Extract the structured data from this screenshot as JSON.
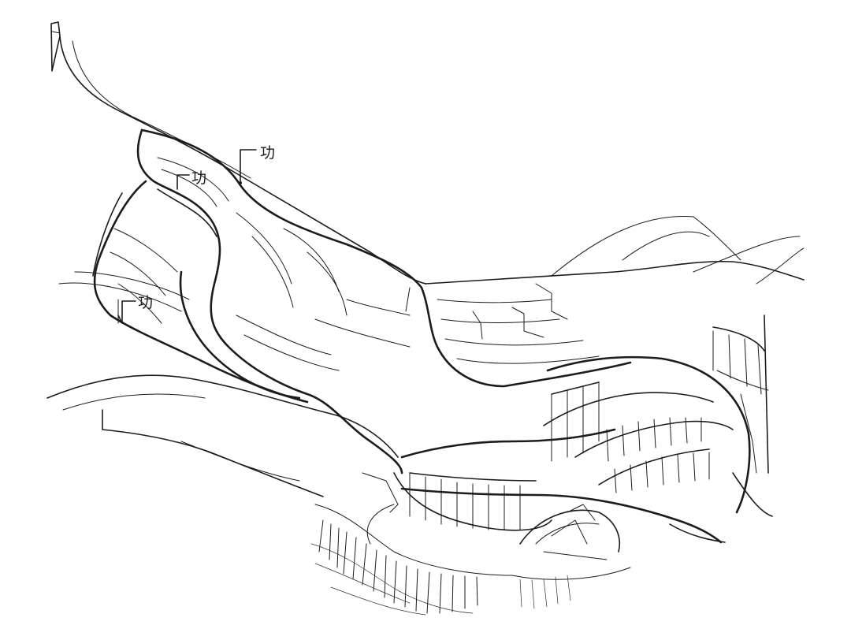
{
  "sketch": {
    "ink_color": "#1c1c1c",
    "paper_color": "#ffffff",
    "annotations": [
      {
        "id": "a1",
        "text": "功"
      },
      {
        "id": "a2",
        "text": "功"
      },
      {
        "id": "a3",
        "text": "功"
      }
    ]
  }
}
